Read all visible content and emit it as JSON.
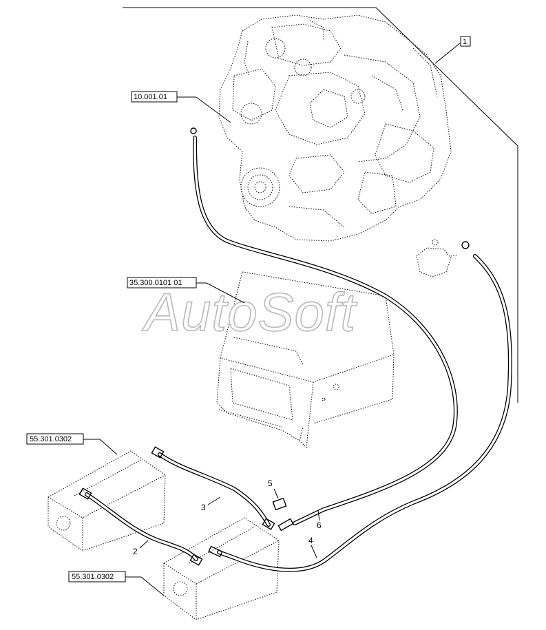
{
  "watermark": "AutoSoft",
  "refs": {
    "group": "1",
    "engine": "10.001.01",
    "panel": "35.300.0101 01",
    "battery_top": "55.301.0302",
    "battery_bottom": "55.301.0302"
  },
  "items": {
    "jumper_lower": "2",
    "jumper_upper": "3",
    "ground_cable": "4",
    "clamp": "5",
    "starter_cable": "6"
  }
}
